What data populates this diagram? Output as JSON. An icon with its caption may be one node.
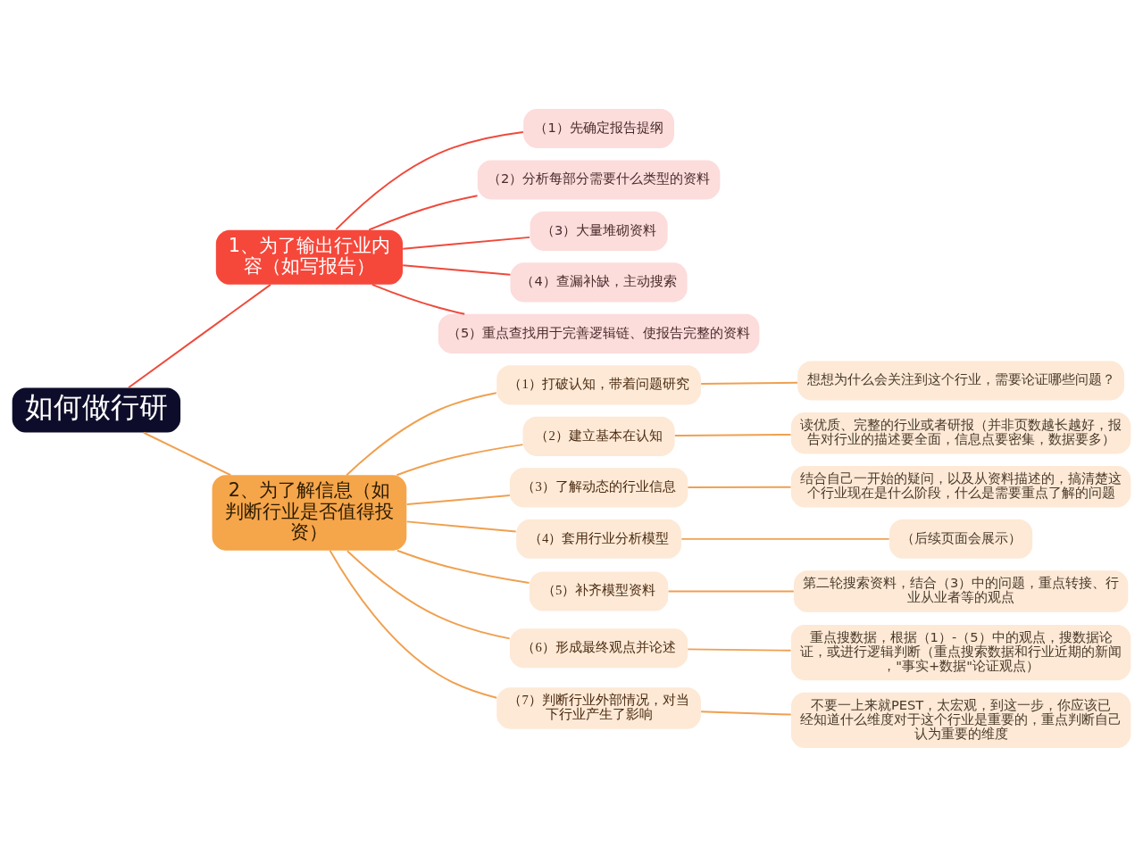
{
  "diagram": {
    "nodes": [
      {
        "text": [
          "如何做行研"
        ]
      },
      {
        "text": [
          "1、为了输出行业内容（如写报告）"
        ]
      },
      {
        "text": [
          "（1）先确定报告提纲"
        ]
      },
      {
        "text": [
          "（2）分析每部分需要什么类型的资料"
        ]
      },
      {
        "text": [
          "（3）大量堆砌资料"
        ]
      },
      {
        "text": [
          "（4）查漏补缺，主动搜索"
        ]
      },
      {
        "text": [
          "（5）重点查找用于完善逻辑链、使报告完整的资料"
        ]
      },
      {
        "text": [
          "2、为了解信息（如判断行业是否值得投资）"
        ]
      },
      {
        "text": [
          "（1）打破认知，带着问题研究"
        ]
      },
      {
        "text": [
          "想想为什么会关注到这个行业，需要论证哪些问题？"
        ]
      },
      {
        "text": [
          "（2）建立基本在认知"
        ]
      },
      {
        "text": [
          "读优质、完整的行业或者研报（并非页数越长越好，报告对行业的描述要全面，信息点要密集，数据要多）"
        ]
      },
      {
        "text": [
          "（3）了解动态的行业信息"
        ]
      },
      {
        "text": [
          "结合自己一开始的疑问，以及从资料描述的，搞清楚这个行业现在是什么阶段，什么是需要重点了解的问题"
        ]
      },
      {
        "text": [
          "（4）套用行业分析模型"
        ]
      },
      {
        "text": [
          "（后续页面会展示）"
        ]
      },
      {
        "text": [
          "（5）补齐模型资料"
        ]
      },
      {
        "text": [
          "第二轮搜索资料，结合（3）中的问题，重点转接、行业从业者等的观点"
        ]
      },
      {
        "text": [
          "（6）形成最终观点并论述"
        ]
      },
      {
        "text": [
          "重点搜数据，根据（1）-（5）中的观点，搜数据论证，或进行逻辑判断（重点搜索数据和行业近期的新闻，\"事实+数据\"论证观点）"
        ]
      },
      {
        "text": [
          "（7）判断行业外部情况，对当下行业产生了影响"
        ]
      },
      {
        "text": [
          "不要一上来就PEST，太宏观，到这一步，你应该已经知道什么维度对于这个行业是重要的，重点判断自己认为重要的维度"
        ]
      }
    ],
    "edges": [
      {
        "from": 0,
        "to": 1,
        "arrow": "none",
        "color": "#ef4a3c"
      },
      {
        "from": 0,
        "to": 7,
        "arrow": "none"
      },
      {
        "from": 1,
        "to": 2,
        "arrow": "none",
        "color": "#ef4a3c"
      },
      {
        "from": 1,
        "to": 3,
        "arrow": "none",
        "color": "#ef4a3c"
      },
      {
        "from": 1,
        "to": 4,
        "arrow": "none",
        "color": "#ef4a3c"
      },
      {
        "from": 1,
        "to": 5,
        "arrow": "none",
        "color": "#ef4a3c"
      },
      {
        "from": 1,
        "to": 6,
        "arrow": "none",
        "color": "#ef4a3c"
      },
      {
        "from": 7,
        "to": 8,
        "arrow": "none"
      },
      {
        "from": 8,
        "to": 9,
        "arrow": "none"
      },
      {
        "from": 7,
        "to": 10,
        "arrow": "none"
      },
      {
        "from": 10,
        "to": 11,
        "arrow": "none"
      },
      {
        "from": 7,
        "to": 12,
        "arrow": "none"
      },
      {
        "from": 12,
        "to": 13,
        "arrow": "none"
      },
      {
        "from": 7,
        "to": 14,
        "arrow": "none"
      },
      {
        "from": 14,
        "to": 15,
        "arrow": "none"
      },
      {
        "from": 7,
        "to": 16,
        "arrow": "none"
      },
      {
        "from": 16,
        "to": 17,
        "arrow": "none"
      },
      {
        "from": 7,
        "to": 18,
        "arrow": "none"
      },
      {
        "from": 18,
        "to": 19,
        "arrow": "none"
      },
      {
        "from": 7,
        "to": 20,
        "arrow": "none"
      },
      {
        "from": 20,
        "to": 21,
        "arrow": "none"
      }
    ]
  }
}
